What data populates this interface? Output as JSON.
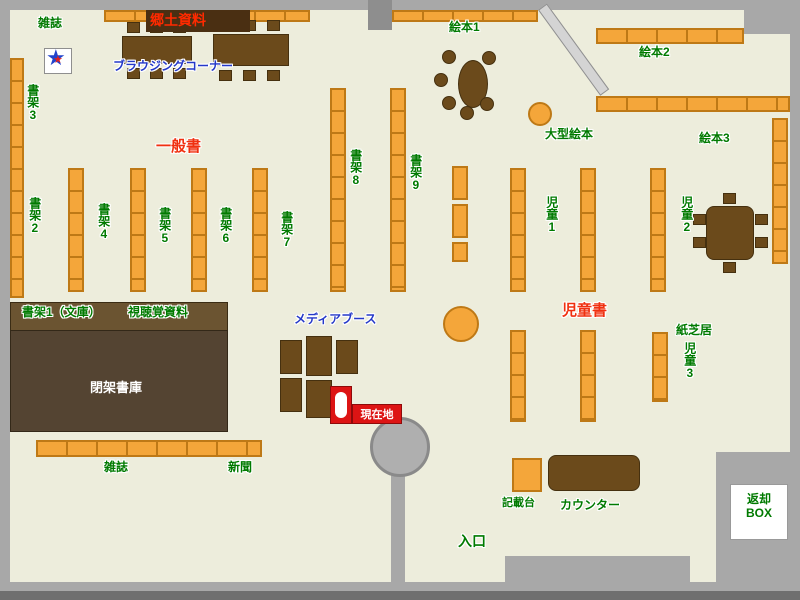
{
  "meta": {
    "description": "library-floor-map",
    "colors": {
      "floor": "#EDEDDC",
      "wall": "#A8A8A8",
      "wall_dark": "#6F6F6F",
      "shelf_orange": "#F4A63A",
      "shelf_border": "#BE7916",
      "wood_brown": "#6B4A1B",
      "closed_stacks_brown": "#544432",
      "label_green": "#007A00",
      "label_red": "#F03010",
      "label_blue": "#2438C8",
      "marker_red": "#DD1414"
    }
  },
  "icons": {
    "star": "★"
  },
  "areas": {
    "local_materials": "郷土資料",
    "general_books": "一般書",
    "children_books": "児童書"
  },
  "shelves": {
    "s1_bunko": "書架1（文庫）",
    "s2": "書架2",
    "s3": "書架3",
    "s4": "書架4",
    "s5": "書架5",
    "s6": "書架6",
    "s7": "書架7",
    "s8": "書架8",
    "s9": "書架9"
  },
  "picture_books": {
    "e1": "絵本1",
    "e2": "絵本2",
    "e3": "絵本3",
    "large": "大型絵本"
  },
  "children": {
    "j1": "児童1",
    "j2": "児童2",
    "j3": "児童3",
    "kamishibai": "紙芝居"
  },
  "facilities": {
    "magazines_top": "雑誌",
    "browsing_corner": "ブラウジングコーナー",
    "audiovisual": "視聴覚資料",
    "media_booth": "メディアブース",
    "closed_stacks": "閉架書庫",
    "current_location": "現在地",
    "magazines_bottom": "雑誌",
    "newspapers": "新聞",
    "writing_desk": "記載台",
    "counter": "カウンター",
    "entrance": "入口",
    "return_box_l1": "返却",
    "return_box_l2": "BOX"
  }
}
